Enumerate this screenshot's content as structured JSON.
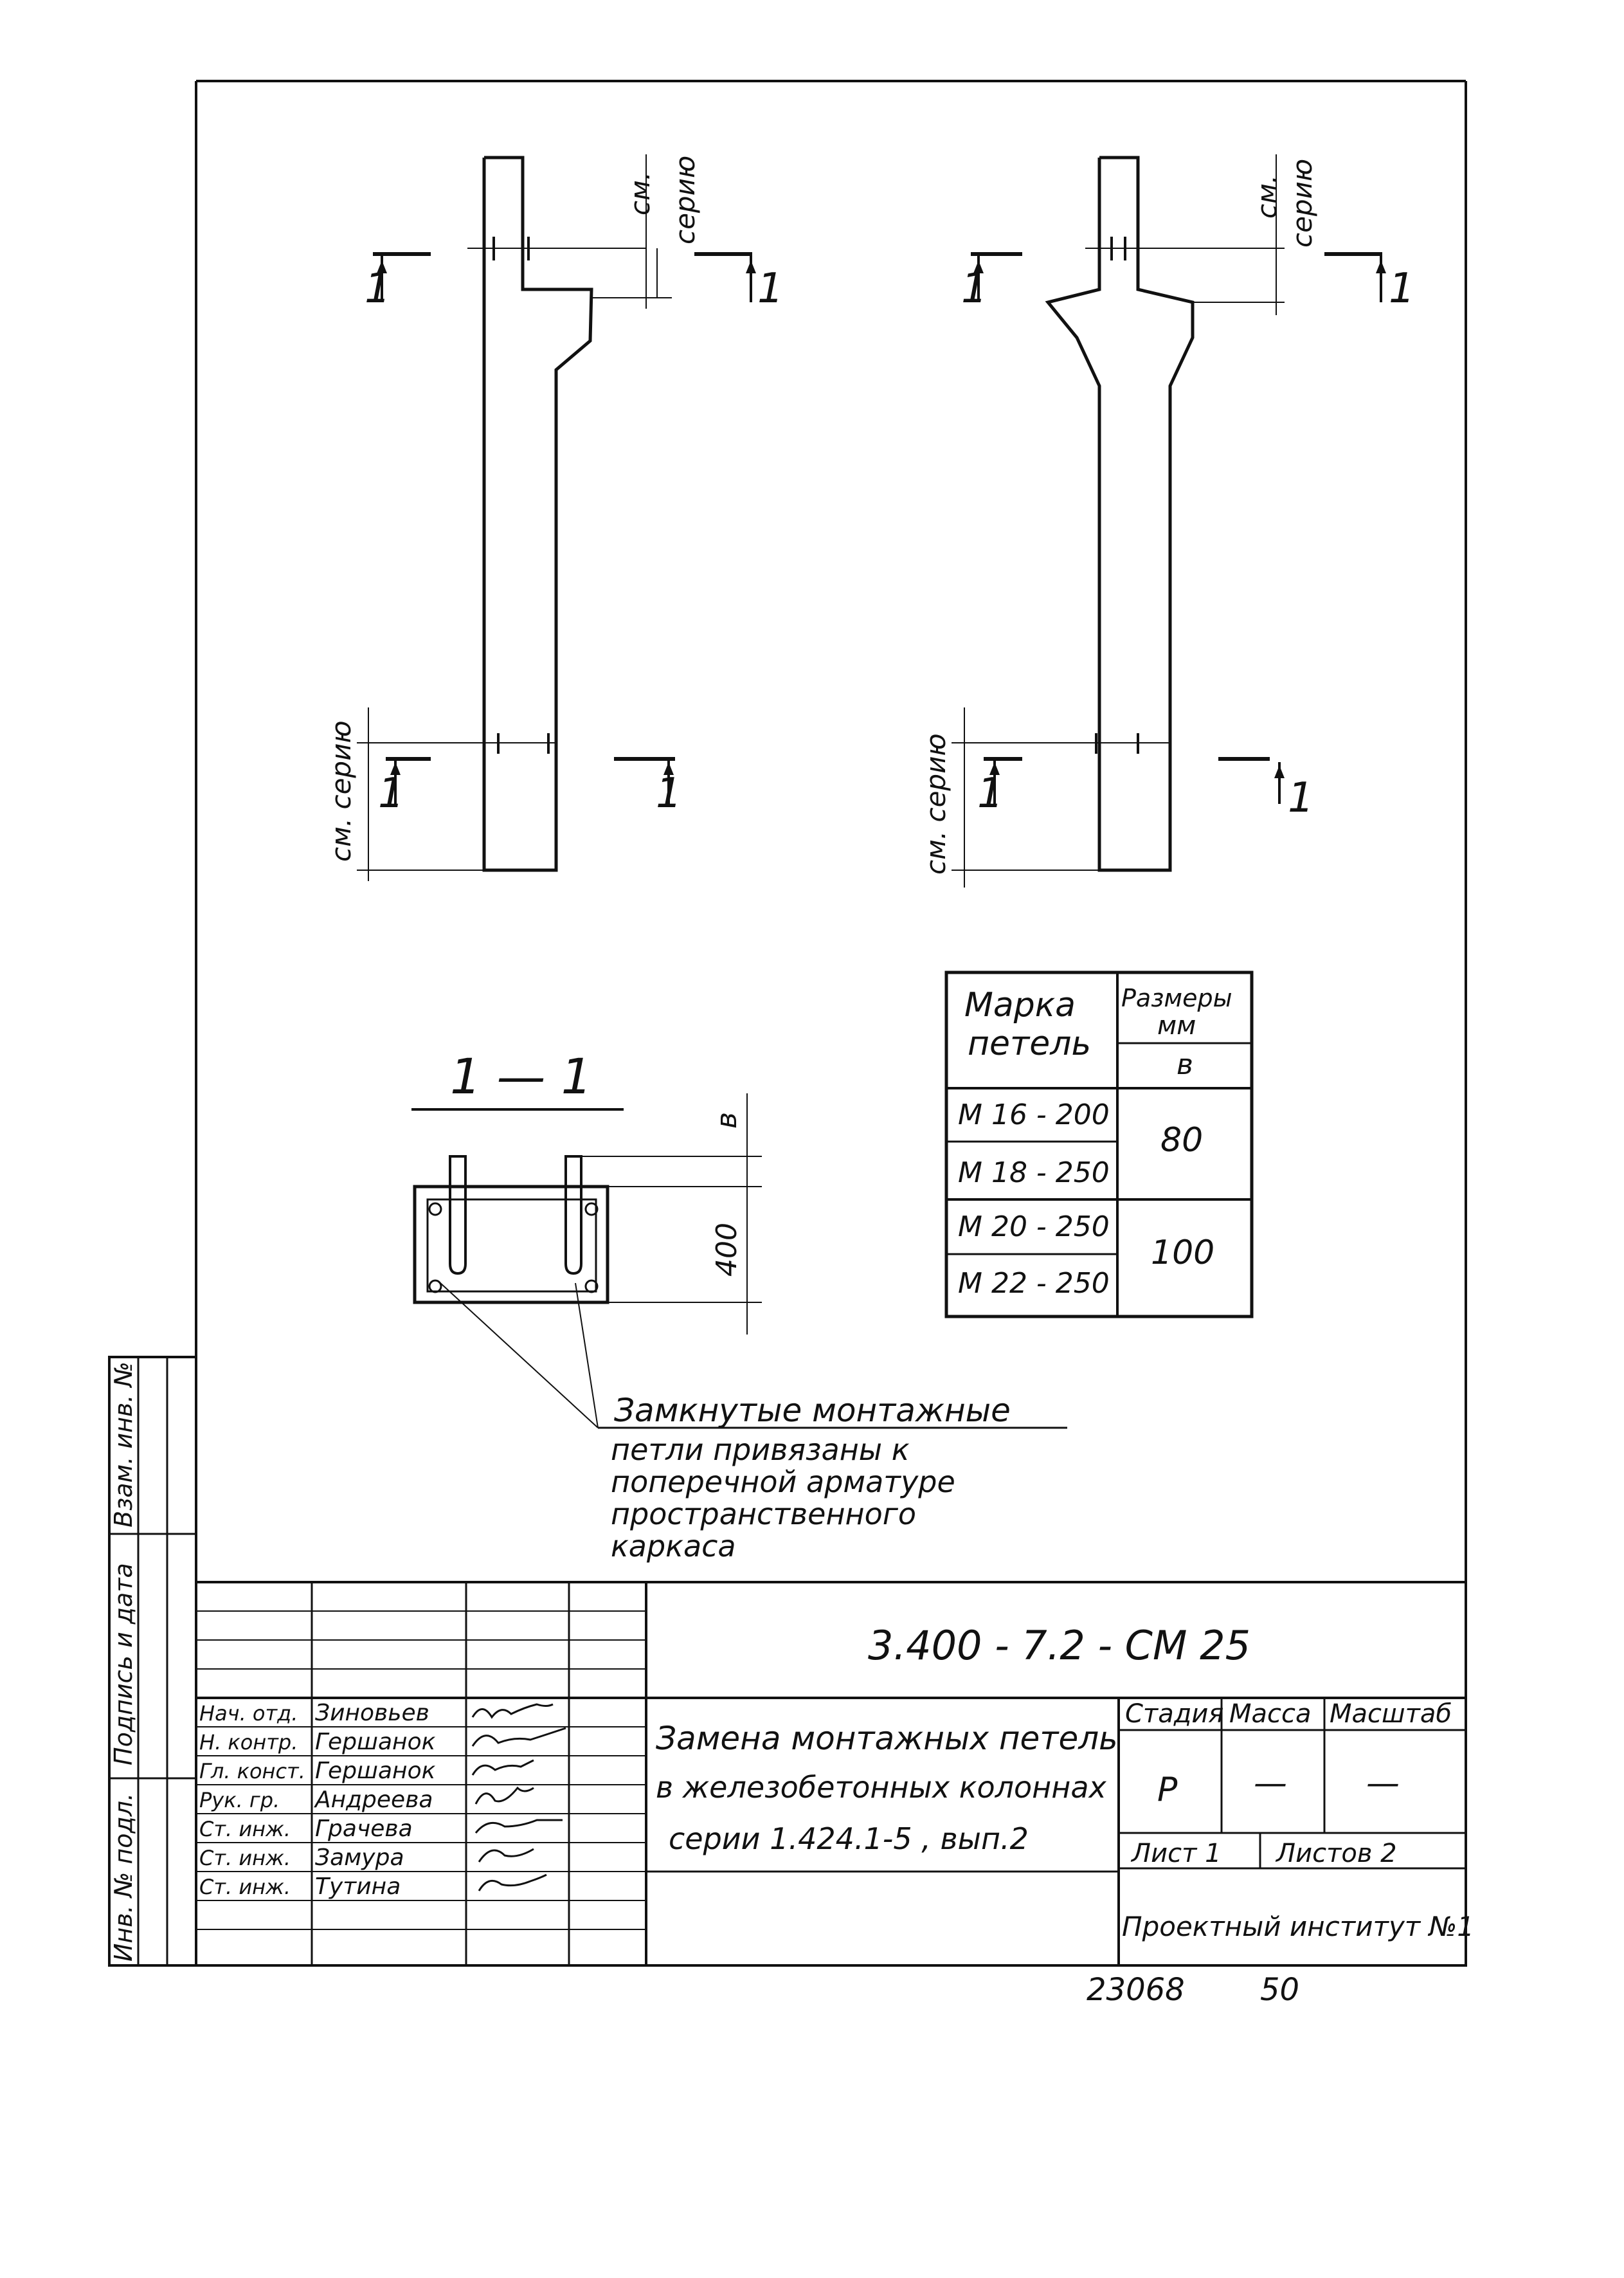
{
  "section_mark": "1",
  "callout_see_series": "см. серию",
  "callout_see_series_top_1": "см.",
  "callout_see_series_top_2": "серию",
  "section_title": "1 — 1",
  "dim_b": "в",
  "dim_400": "400",
  "table": {
    "header_mark_1": "Марка",
    "header_mark_2": "петель",
    "header_size_1": "Размеры",
    "header_size_2": "мм",
    "header_b": "в",
    "rows": [
      {
        "mark": "М 16 - 200"
      },
      {
        "mark": "М 18 - 250"
      },
      {
        "mark": "М 20 - 250"
      },
      {
        "mark": "М 22 - 250"
      }
    ],
    "values": [
      "80",
      "100"
    ]
  },
  "note": {
    "line1": "Замкнутые монтажные",
    "line2": "петли привязаны к",
    "line3": "поперечной арматуре",
    "line4": "пространственного",
    "line5": "каркаса"
  },
  "side_stamp": {
    "col1": "Инв. № подл.",
    "col2": "Подпись и дата",
    "col3": "Взам. инв. №"
  },
  "title_block": {
    "doc_code": "3.400 - 7.2 - СМ 25",
    "title_line1": "Замена монтажных петель",
    "title_line2": "в железобетонных колоннах",
    "title_line3": "серии 1.424.1-5 , вып.2",
    "stage_label": "Стадия",
    "mass_label": "Масса",
    "scale_label": "Масштаб",
    "stage_value": "Р",
    "mass_value": "—",
    "scale_value": "—",
    "sheet_label": "Лист 1",
    "sheets_label": "Листов 2",
    "organization": "Проектный институт №1",
    "staff": [
      {
        "role": "Нач. отд.",
        "name": "Зиновьев"
      },
      {
        "role": "Н. контр.",
        "name": "Гершанок"
      },
      {
        "role": "Гл. конст.",
        "name": "Гершанок"
      },
      {
        "role": "Рук. гр.",
        "name": "Андреева"
      },
      {
        "role": "Ст. инж.",
        "name": "Грачева"
      },
      {
        "role": "Ст. инж.",
        "name": "Замура"
      },
      {
        "role": "Ст. инж.",
        "name": "Тутина"
      }
    ]
  },
  "bottom_code": "23068",
  "bottom_page": "50"
}
